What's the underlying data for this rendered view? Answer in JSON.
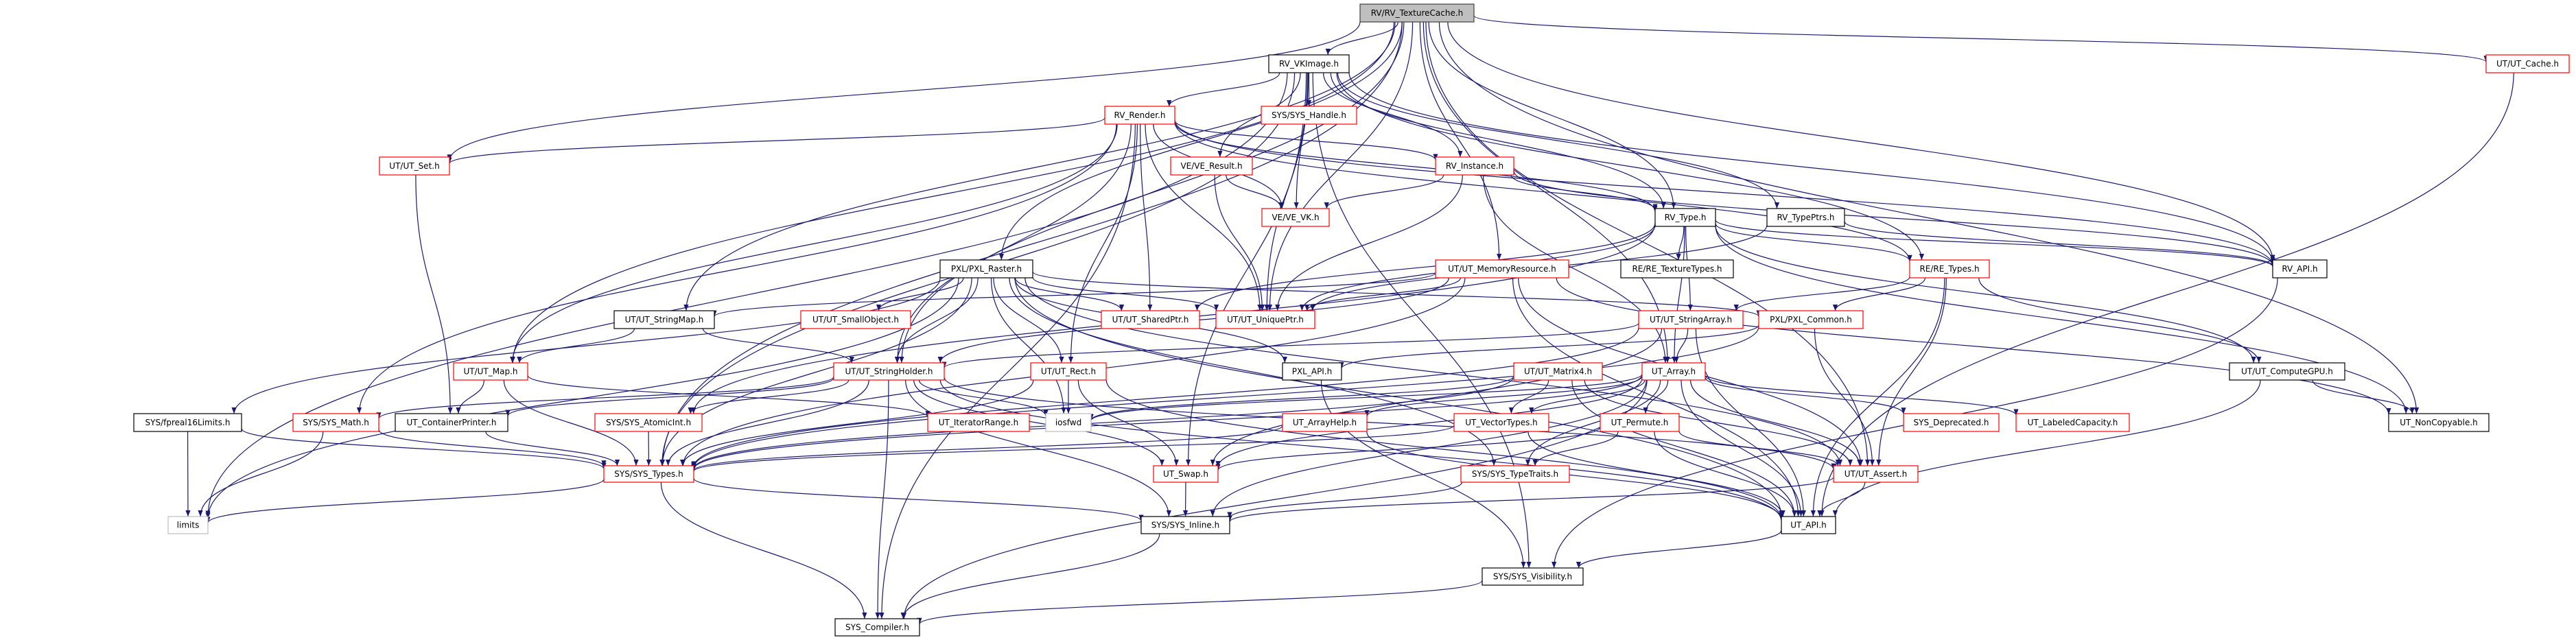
{
  "colors": {
    "edge": "#191970",
    "root_fill": "#bfbfbf",
    "root_border": "#404040",
    "normal_border": "#000000",
    "truncated_border": "#ff0000",
    "system_border": "#bfbfbf"
  },
  "nodes": [
    {
      "id": "root",
      "label": "RV/RV_TextureCache.h",
      "kind": "root"
    },
    {
      "id": "vkimage",
      "label": "RV_VKImage.h",
      "kind": "normal"
    },
    {
      "id": "render",
      "label": "RV_Render.h",
      "kind": "truncated"
    },
    {
      "id": "handle",
      "label": "SYS/SYS_Handle.h",
      "kind": "truncated"
    },
    {
      "id": "uset",
      "label": "UT/UT_Set.h",
      "kind": "truncated"
    },
    {
      "id": "veresult",
      "label": "VE/VE_Result.h",
      "kind": "truncated"
    },
    {
      "id": "instance",
      "label": "RV_Instance.h",
      "kind": "truncated"
    },
    {
      "id": "cache",
      "label": "UT/UT_Cache.h",
      "kind": "truncated"
    },
    {
      "id": "vevk",
      "label": "VE/VE_VK.h",
      "kind": "truncated"
    },
    {
      "id": "rvtype",
      "label": "RV_Type.h",
      "kind": "normal"
    },
    {
      "id": "typeptrs",
      "label": "RV_TypePtrs.h",
      "kind": "normal"
    },
    {
      "id": "raster",
      "label": "PXL/PXL_Raster.h",
      "kind": "normal"
    },
    {
      "id": "memres",
      "label": "UT/UT_MemoryResource.h",
      "kind": "truncated"
    },
    {
      "id": "textypes",
      "label": "RE/RE_TextureTypes.h",
      "kind": "normal"
    },
    {
      "id": "retypes",
      "label": "RE/RE_Types.h",
      "kind": "truncated"
    },
    {
      "id": "rvapi",
      "label": "RV_API.h",
      "kind": "normal"
    },
    {
      "id": "strmap",
      "label": "UT/UT_StringMap.h",
      "kind": "normal"
    },
    {
      "id": "smallobj",
      "label": "UT/UT_SmallObject.h",
      "kind": "truncated"
    },
    {
      "id": "sharedptr",
      "label": "UT/UT_SharedPtr.h",
      "kind": "truncated"
    },
    {
      "id": "uniqueptr",
      "label": "UT/UT_UniquePtr.h",
      "kind": "truncated"
    },
    {
      "id": "strarray",
      "label": "UT/UT_StringArray.h",
      "kind": "truncated"
    },
    {
      "id": "pxlcommon",
      "label": "PXL/PXL_Common.h",
      "kind": "truncated"
    },
    {
      "id": "umap",
      "label": "UT/UT_Map.h",
      "kind": "truncated"
    },
    {
      "id": "strholder",
      "label": "UT/UT_StringHolder.h",
      "kind": "truncated"
    },
    {
      "id": "rect",
      "label": "UT/UT_Rect.h",
      "kind": "truncated"
    },
    {
      "id": "pxlapi",
      "label": "PXL_API.h",
      "kind": "normal"
    },
    {
      "id": "matrix4",
      "label": "UT/UT_Matrix4.h",
      "kind": "truncated"
    },
    {
      "id": "array",
      "label": "UT_Array.h",
      "kind": "truncated"
    },
    {
      "id": "computegpu",
      "label": "UT/UT_ComputeGPU.h",
      "kind": "normal"
    },
    {
      "id": "fp16",
      "label": "SYS/fpreal16Limits.h",
      "kind": "normal"
    },
    {
      "id": "math",
      "label": "SYS/SYS_Math.h",
      "kind": "truncated"
    },
    {
      "id": "contprinter",
      "label": "UT_ContainerPrinter.h",
      "kind": "normal"
    },
    {
      "id": "atomicint",
      "label": "SYS/SYS_AtomicInt.h",
      "kind": "truncated"
    },
    {
      "id": "iterrange",
      "label": "UT_IteratorRange.h",
      "kind": "truncated"
    },
    {
      "id": "iosfwd",
      "label": "iosfwd",
      "kind": "system"
    },
    {
      "id": "arrayhelp",
      "label": "UT_ArrayHelp.h",
      "kind": "truncated"
    },
    {
      "id": "vectypes",
      "label": "UT_VectorTypes.h",
      "kind": "truncated"
    },
    {
      "id": "permute",
      "label": "UT_Permute.h",
      "kind": "truncated"
    },
    {
      "id": "deprecated",
      "label": "SYS_Deprecated.h",
      "kind": "truncated"
    },
    {
      "id": "labeledcap",
      "label": "UT_LabeledCapacity.h",
      "kind": "truncated"
    },
    {
      "id": "noncopy",
      "label": "UT_NonCopyable.h",
      "kind": "normal"
    },
    {
      "id": "systypes",
      "label": "SYS/SYS_Types.h",
      "kind": "truncated"
    },
    {
      "id": "swap",
      "label": "UT_Swap.h",
      "kind": "truncated"
    },
    {
      "id": "typetraits",
      "label": "SYS/SYS_TypeTraits.h",
      "kind": "truncated"
    },
    {
      "id": "assert",
      "label": "UT/UT_Assert.h",
      "kind": "truncated"
    },
    {
      "id": "limits",
      "label": "limits",
      "kind": "system"
    },
    {
      "id": "inline",
      "label": "SYS/SYS_Inline.h",
      "kind": "normal"
    },
    {
      "id": "utapi",
      "label": "UT_API.h",
      "kind": "normal"
    },
    {
      "id": "visibility",
      "label": "SYS/SYS_Visibility.h",
      "kind": "normal"
    },
    {
      "id": "compiler",
      "label": "SYS_Compiler.h",
      "kind": "normal"
    }
  ],
  "edges": [
    [
      "root",
      "vkimage"
    ],
    [
      "root",
      "raster"
    ],
    [
      "root",
      "uniqueptr"
    ],
    [
      "root",
      "memres"
    ],
    [
      "root",
      "rvtype"
    ],
    [
      "root",
      "cache"
    ],
    [
      "root",
      "rvapi"
    ],
    [
      "root",
      "noncopy"
    ],
    [
      "root",
      "array"
    ],
    [
      "root",
      "uset"
    ],
    [
      "root",
      "umap"
    ],
    [
      "root",
      "strmap"
    ],
    [
      "root",
      "systypes"
    ],
    [
      "root",
      "strholder"
    ],
    [
      "root",
      "assert"
    ],
    [
      "vkimage",
      "render"
    ],
    [
      "vkimage",
      "handle"
    ],
    [
      "vkimage",
      "veresult"
    ],
    [
      "vkimage",
      "vevk"
    ],
    [
      "vkimage",
      "instance"
    ],
    [
      "vkimage",
      "rvtype"
    ],
    [
      "vkimage",
      "typeptrs"
    ],
    [
      "vkimage",
      "retypes"
    ],
    [
      "vkimage",
      "rvapi"
    ],
    [
      "vkimage",
      "uniqueptr"
    ],
    [
      "vkimage",
      "swap"
    ],
    [
      "vkimage",
      "systypes"
    ],
    [
      "vkimage",
      "limits"
    ],
    [
      "vkimage",
      "visibility"
    ],
    [
      "render",
      "uset"
    ],
    [
      "render",
      "umap"
    ],
    [
      "render",
      "math"
    ],
    [
      "render",
      "strholder"
    ],
    [
      "render",
      "sharedptr"
    ],
    [
      "render",
      "uniqueptr"
    ],
    [
      "render",
      "vevk"
    ],
    [
      "render",
      "instance"
    ],
    [
      "render",
      "rvtype"
    ],
    [
      "render",
      "retypes"
    ],
    [
      "render",
      "rvapi"
    ],
    [
      "render",
      "compiler"
    ],
    [
      "render",
      "rect"
    ],
    [
      "veresult",
      "vevk"
    ],
    [
      "veresult",
      "uniqueptr"
    ],
    [
      "instance",
      "vevk"
    ],
    [
      "instance",
      "uniqueptr"
    ],
    [
      "instance",
      "rvtype"
    ],
    [
      "instance",
      "array"
    ],
    [
      "instance",
      "rvapi"
    ],
    [
      "rvtype",
      "textypes"
    ],
    [
      "rvtype",
      "strarray"
    ],
    [
      "rvtype",
      "uniqueptr"
    ],
    [
      "rvtype",
      "sharedptr"
    ],
    [
      "rvtype",
      "retypes"
    ],
    [
      "rvtype",
      "rvapi"
    ],
    [
      "rvtype",
      "computegpu"
    ],
    [
      "rvtype",
      "atomicint"
    ],
    [
      "rvtype",
      "array"
    ],
    [
      "rvtype",
      "noncopy"
    ],
    [
      "typeptrs",
      "uniqueptr"
    ],
    [
      "typeptrs",
      "rvapi"
    ],
    [
      "raster",
      "smallobj"
    ],
    [
      "raster",
      "sharedptr"
    ],
    [
      "raster",
      "uniqueptr"
    ],
    [
      "raster",
      "strholder"
    ],
    [
      "raster",
      "rect"
    ],
    [
      "raster",
      "iosfwd"
    ],
    [
      "raster",
      "pxlapi"
    ],
    [
      "raster",
      "pxlcommon"
    ],
    [
      "raster",
      "fp16"
    ],
    [
      "raster",
      "limits"
    ],
    [
      "raster",
      "systypes"
    ],
    [
      "raster",
      "assert"
    ],
    [
      "raster",
      "utapi"
    ],
    [
      "raster",
      "typetraits"
    ],
    [
      "memres",
      "uniqueptr"
    ],
    [
      "memres",
      "strmap"
    ],
    [
      "memres",
      "strholder"
    ],
    [
      "memres",
      "assert"
    ],
    [
      "memres",
      "utapi"
    ],
    [
      "memres",
      "noncopy"
    ],
    [
      "memres",
      "systypes"
    ],
    [
      "retypes",
      "pxlcommon"
    ],
    [
      "retypes",
      "strarray"
    ],
    [
      "retypes",
      "computegpu"
    ],
    [
      "retypes",
      "assert"
    ],
    [
      "retypes",
      "utapi"
    ],
    [
      "strarray",
      "array"
    ],
    [
      "strarray",
      "strholder"
    ],
    [
      "strarray",
      "swap"
    ],
    [
      "strarray",
      "systypes"
    ],
    [
      "strarray",
      "utapi"
    ],
    [
      "pxlcommon",
      "pxlapi"
    ],
    [
      "pxlcommon",
      "assert"
    ],
    [
      "pxlcommon",
      "systypes"
    ],
    [
      "strmap",
      "umap"
    ],
    [
      "strmap",
      "strholder"
    ],
    [
      "uset",
      "contprinter"
    ],
    [
      "umap",
      "contprinter"
    ],
    [
      "umap",
      "systypes"
    ],
    [
      "umap",
      "iterrange"
    ],
    [
      "strholder",
      "math"
    ],
    [
      "strholder",
      "atomicint"
    ],
    [
      "strholder",
      "systypes"
    ],
    [
      "strholder",
      "iosfwd"
    ],
    [
      "strholder",
      "swap"
    ],
    [
      "strholder",
      "inline"
    ],
    [
      "strholder",
      "compiler"
    ],
    [
      "strholder",
      "assert"
    ],
    [
      "strholder",
      "utapi"
    ],
    [
      "strholder",
      "contprinter"
    ],
    [
      "rect",
      "iosfwd"
    ],
    [
      "rect",
      "swap"
    ],
    [
      "rect",
      "systypes"
    ],
    [
      "rect",
      "utapi"
    ],
    [
      "pxlapi",
      "visibility"
    ],
    [
      "matrix4",
      "vectypes"
    ],
    [
      "matrix4",
      "iosfwd"
    ],
    [
      "matrix4",
      "systypes"
    ],
    [
      "matrix4",
      "assert"
    ],
    [
      "matrix4",
      "utapi"
    ],
    [
      "array",
      "arrayhelp"
    ],
    [
      "array",
      "vectypes"
    ],
    [
      "array",
      "permute"
    ],
    [
      "array",
      "typetraits"
    ],
    [
      "array",
      "inline"
    ],
    [
      "array",
      "swap"
    ],
    [
      "array",
      "deprecated"
    ],
    [
      "array",
      "labeledcap"
    ],
    [
      "array",
      "assert"
    ],
    [
      "array",
      "utapi"
    ],
    [
      "array",
      "systypes"
    ],
    [
      "array",
      "compiler"
    ],
    [
      "array",
      "iosfwd"
    ],
    [
      "computegpu",
      "noncopy"
    ],
    [
      "computegpu",
      "utapi"
    ],
    [
      "cache",
      "utapi"
    ],
    [
      "rvapi",
      "visibility"
    ],
    [
      "arrayhelp",
      "systypes"
    ],
    [
      "arrayhelp",
      "utapi"
    ],
    [
      "vectypes",
      "systypes"
    ],
    [
      "vectypes",
      "utapi"
    ],
    [
      "permute",
      "swap"
    ],
    [
      "permute",
      "typetraits"
    ],
    [
      "permute",
      "assert"
    ],
    [
      "permute",
      "utapi"
    ],
    [
      "fp16",
      "limits"
    ],
    [
      "fp16",
      "systypes"
    ],
    [
      "math",
      "limits"
    ],
    [
      "math",
      "systypes"
    ],
    [
      "contprinter",
      "systypes"
    ],
    [
      "atomicint",
      "systypes"
    ],
    [
      "systypes",
      "limits"
    ],
    [
      "systypes",
      "inline"
    ],
    [
      "systypes",
      "compiler"
    ],
    [
      "swap",
      "inline"
    ],
    [
      "typetraits",
      "inline"
    ],
    [
      "assert",
      "utapi"
    ],
    [
      "assert",
      "inline"
    ],
    [
      "utapi",
      "visibility"
    ],
    [
      "inline",
      "compiler"
    ],
    [
      "visibility",
      "compiler"
    ]
  ]
}
